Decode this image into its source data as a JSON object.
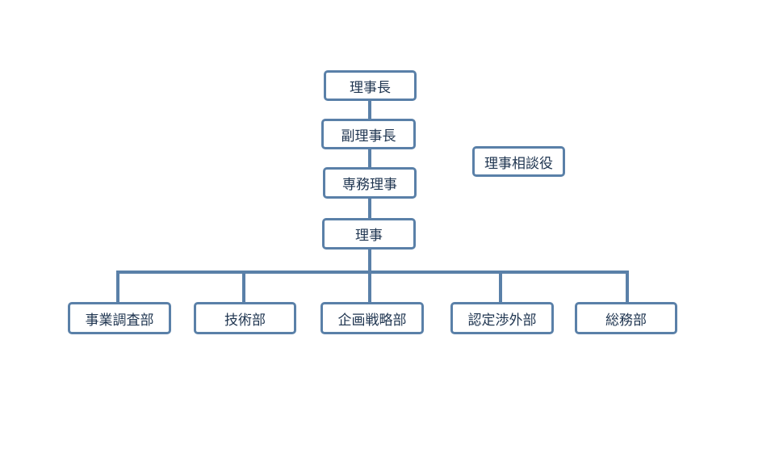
{
  "org_chart": {
    "chairman": "理事長",
    "vice_chairman": "副理事長",
    "executive_director": "専務理事",
    "director": "理事",
    "advisor": "理事相談役",
    "departments": [
      "事業調査部",
      "技術部",
      "企画戦略部",
      "認定渉外部",
      "総務部"
    ]
  },
  "colors": {
    "line": "#5a80a8",
    "box_border": "#5a80a8",
    "text": "#1f3550",
    "background": "#ffffff"
  }
}
